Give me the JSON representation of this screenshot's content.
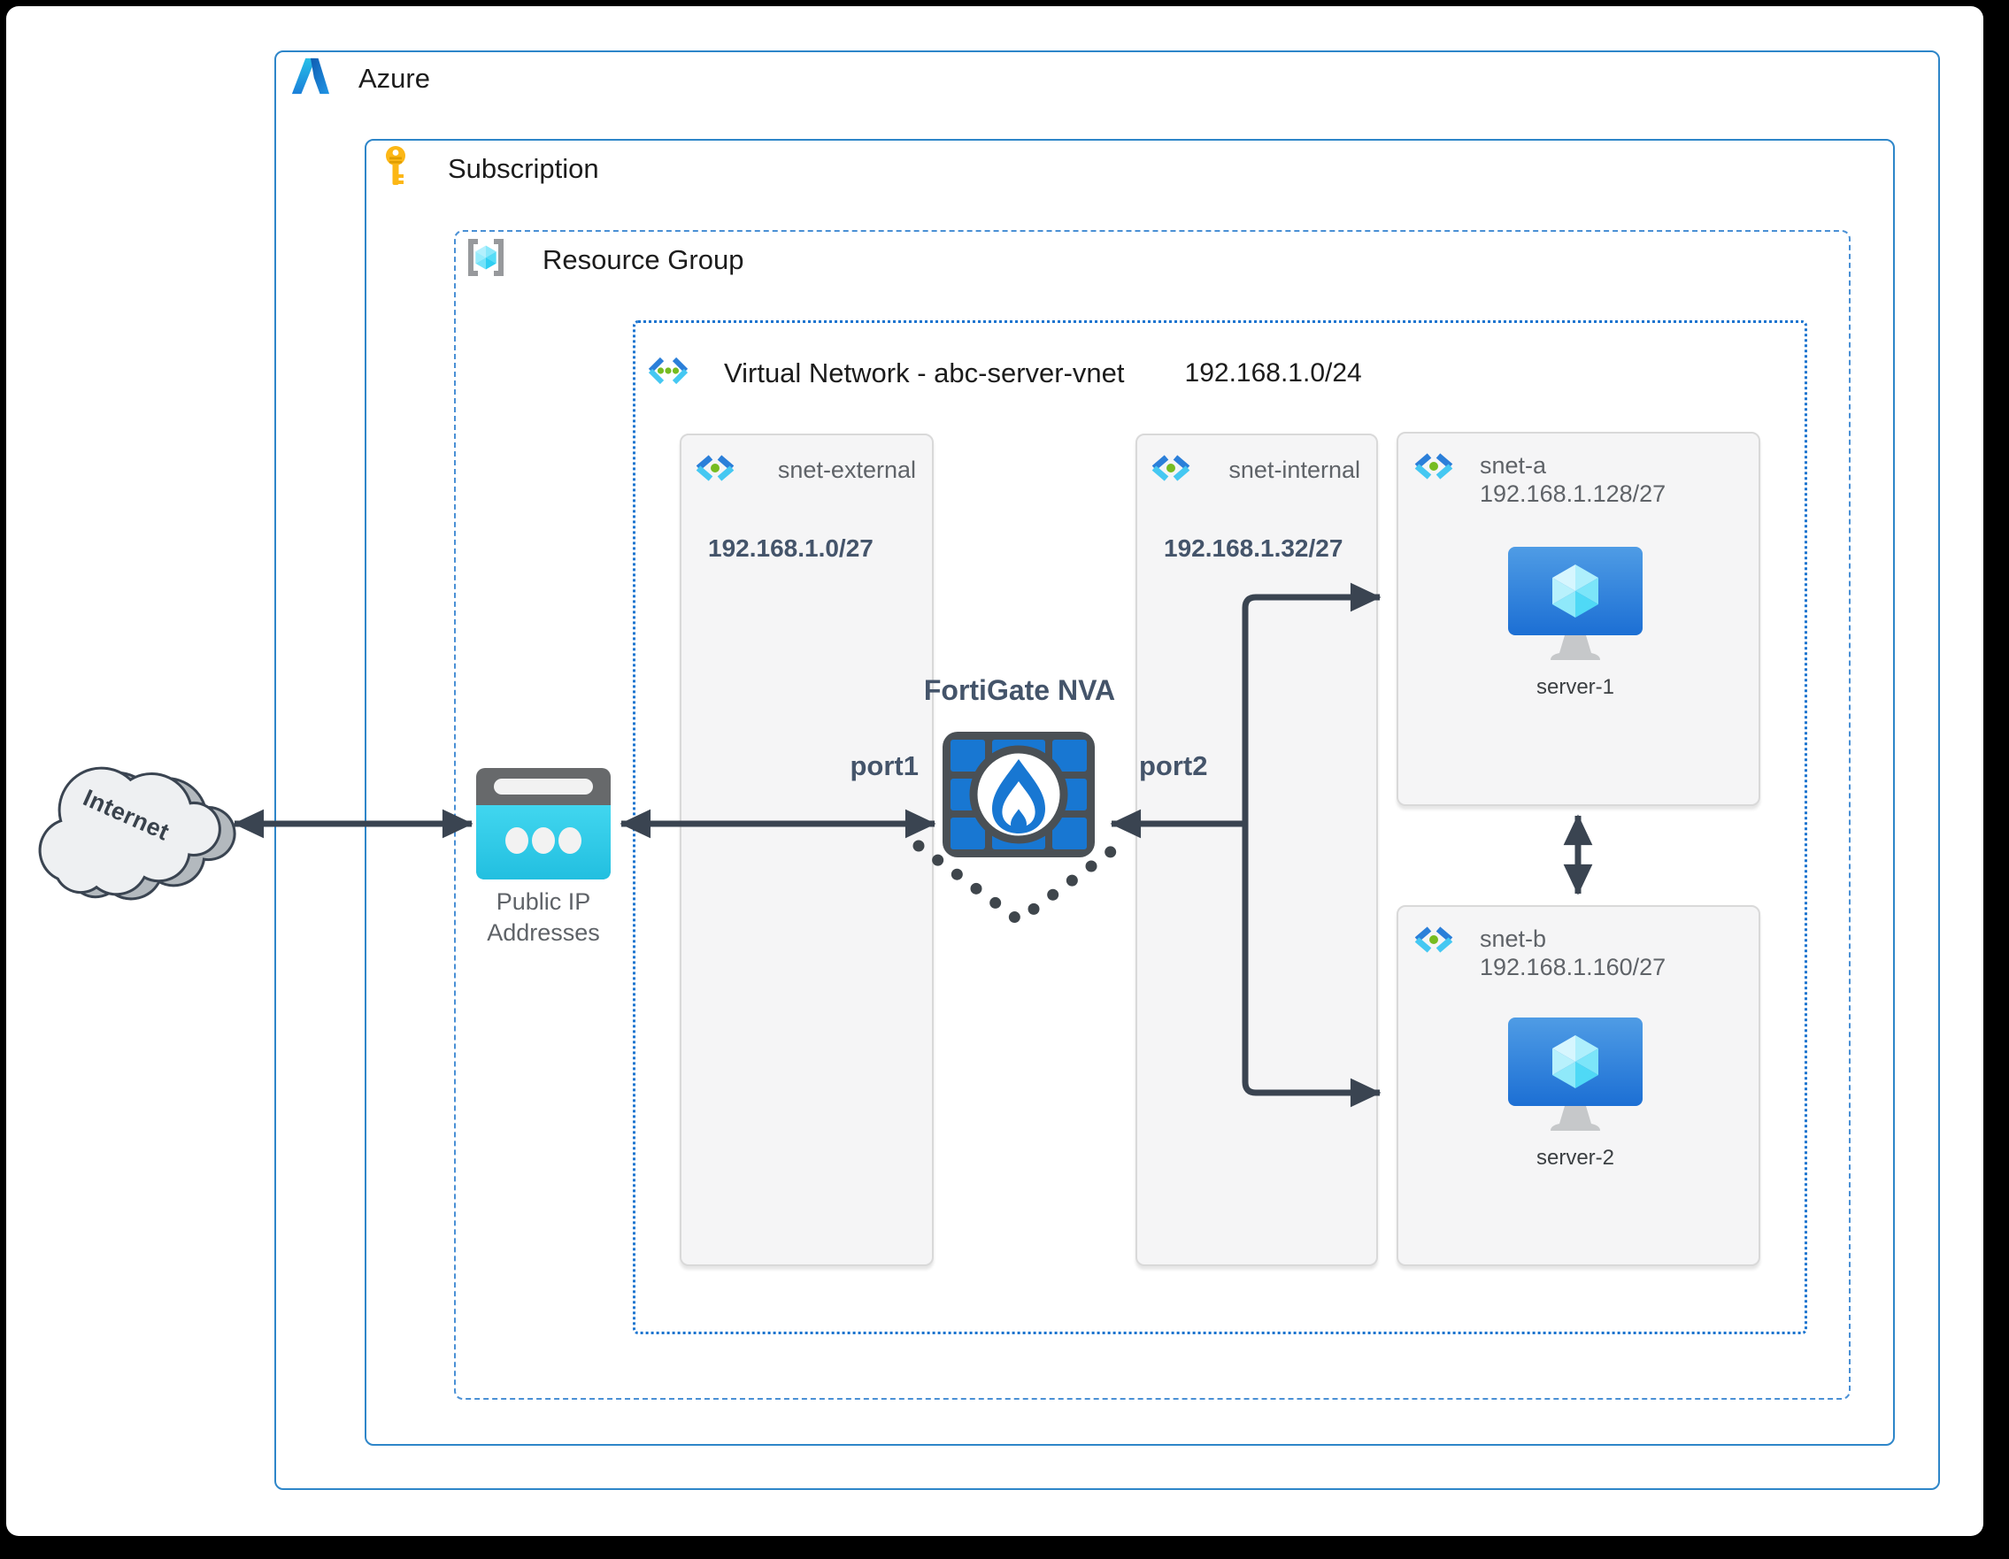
{
  "azure": {
    "label": "Azure"
  },
  "subscription": {
    "label": "Subscription"
  },
  "resource_group": {
    "label": "Resource Group"
  },
  "vnet": {
    "label": "Virtual Network - abc-server-vnet",
    "cidr": "192.168.1.0/24"
  },
  "subnets": {
    "external": {
      "label": "snet-external",
      "cidr": "192.168.1.0/27"
    },
    "internal": {
      "label": "snet-internal",
      "cidr": "192.168.1.32/27"
    },
    "a": {
      "label": "snet-a",
      "cidr": "192.168.1.128/27",
      "server": "server-1"
    },
    "b": {
      "label": "snet-b",
      "cidr": "192.168.1.160/27",
      "server": "server-2"
    }
  },
  "internet": {
    "label": "Internet"
  },
  "public_ip": {
    "label": "Public IP Addresses"
  },
  "firewall": {
    "title": "FortiGate NVA",
    "port1": "port1",
    "port2": "port2"
  },
  "icons": {
    "azure_logo": "azure-a-logo",
    "subscription": "key-icon",
    "resource_group": "brackets-cube-icon",
    "virtual_network": "vnet-chevrons-icon",
    "subnet": "subnet-chevrons-icon",
    "virtual_machine": "vm-monitor-cube-icon",
    "public_ip": "public-ip-icon",
    "firewall": "fortigate-brick-flame-icon",
    "internet": "cloud-shape"
  },
  "colors": {
    "container_border": "#2e86c9",
    "vnet_border": "#1b74cf",
    "subnet_fill": "#f5f5f6",
    "arrow": "#3a4451",
    "azure_blue": "#1877d2",
    "cyan": "#35cdea",
    "label_gray": "#5f6368",
    "slate": "#44546a",
    "green_dot": "#76bc21",
    "key_gold": "#fcb716"
  }
}
